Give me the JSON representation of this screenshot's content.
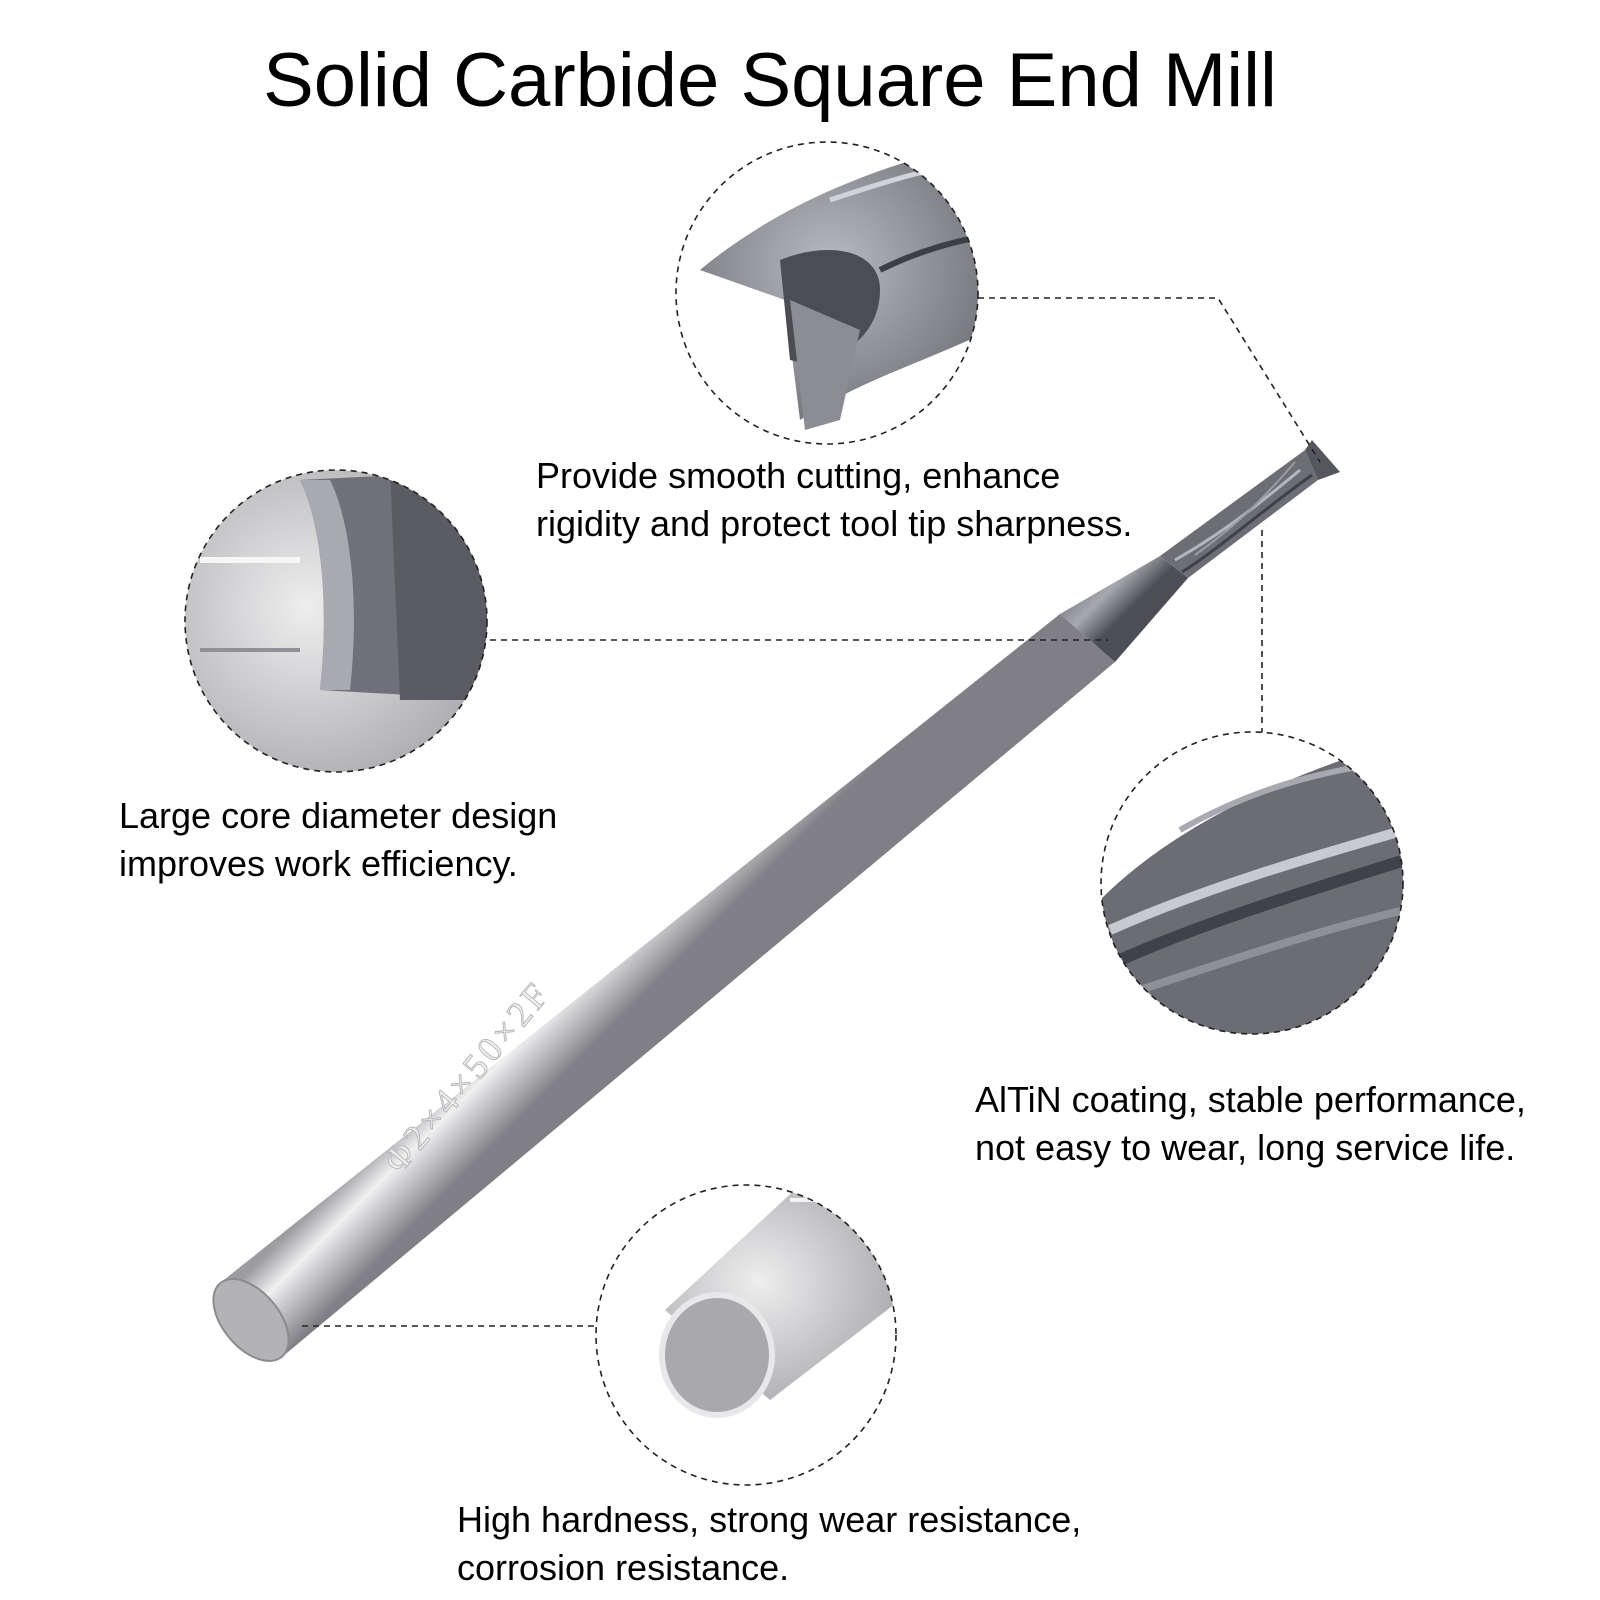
{
  "title": "Solid Carbide Square End Mill",
  "callouts": {
    "tip": {
      "line1": "Provide smooth cutting, enhance",
      "line2": "rigidity and protect tool tip sharpness."
    },
    "core": {
      "line1": "Large core diameter design",
      "line2": "improves work efficiency."
    },
    "coating": {
      "line1": "AlTiN coating, stable performance,",
      "line2": "not easy to wear, long service life."
    },
    "shank": {
      "line1": "High hardness, strong wear resistance,",
      "line2": "corrosion resistance."
    }
  },
  "engraving": "Φ2×4×50×2F",
  "colors": {
    "shank_silver": "#c9c9cc",
    "coating_gray": "#5f6068",
    "guide_line": "#222222"
  }
}
